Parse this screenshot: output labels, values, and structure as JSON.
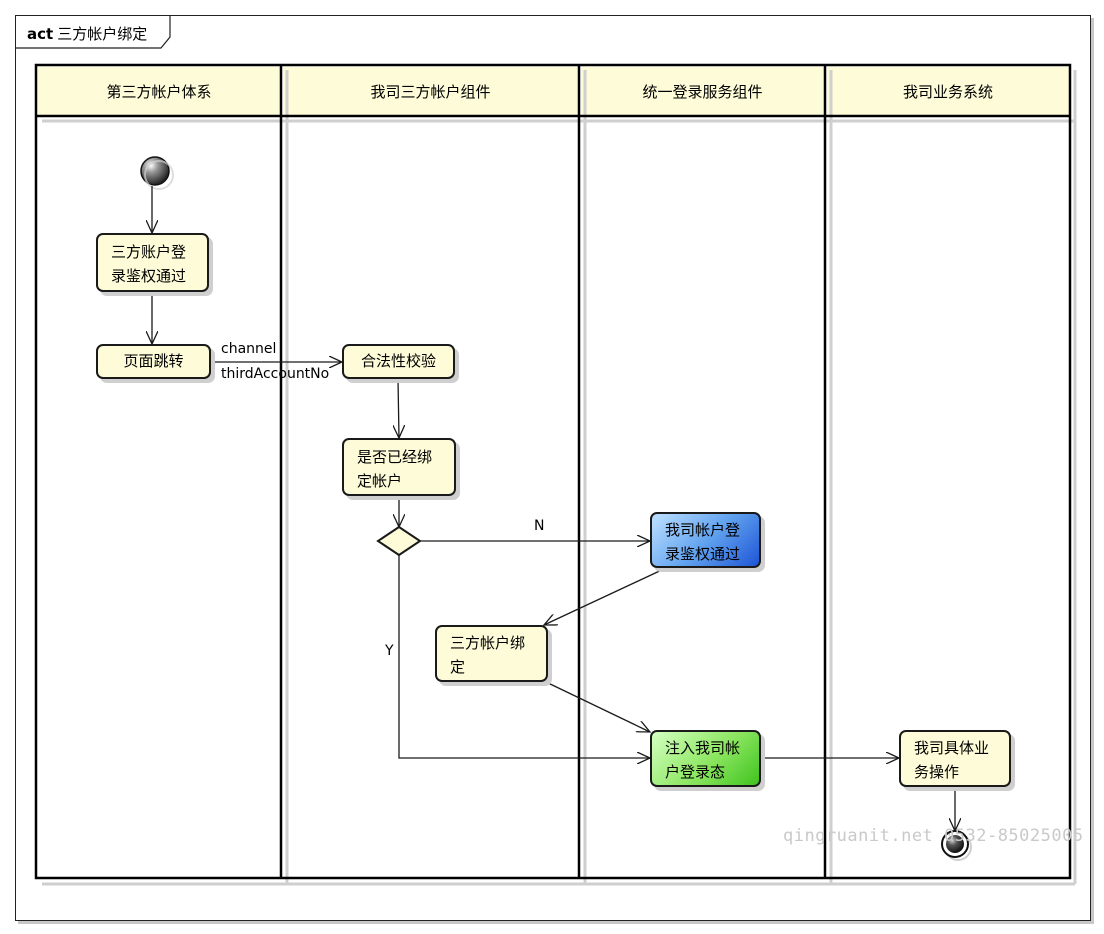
{
  "frame": {
    "keyword": "act",
    "title": "三方帐户绑定"
  },
  "lanes": [
    "第三方帐户体系",
    "我司三方帐户组件",
    "统一登录服务组件",
    "我司业务系统"
  ],
  "nodes": {
    "third_auth": [
      "三方账户登",
      "录鉴权通过"
    ],
    "page_jump": "页面跳转",
    "validate": "合法性校验",
    "is_bound": [
      "是否已经绑",
      "定帐户"
    ],
    "our_auth": [
      "我司帐户登",
      "录鉴权通过"
    ],
    "bind": [
      "三方帐户绑",
      "定"
    ],
    "inject": [
      "注入我司帐",
      "户登录态"
    ],
    "business": [
      "我司具体业",
      "务操作"
    ]
  },
  "edge_labels": {
    "channel": "channel",
    "third_account_no": "thirdAccountNo",
    "no": "N",
    "yes": "Y"
  },
  "colors": {
    "note_fill": "#fdfbd8",
    "blue_node": "#4a86e8",
    "green_node": "#6ad63c",
    "line": "#1a1a1a"
  },
  "watermark": "qingruanit.net 0532-85025005"
}
